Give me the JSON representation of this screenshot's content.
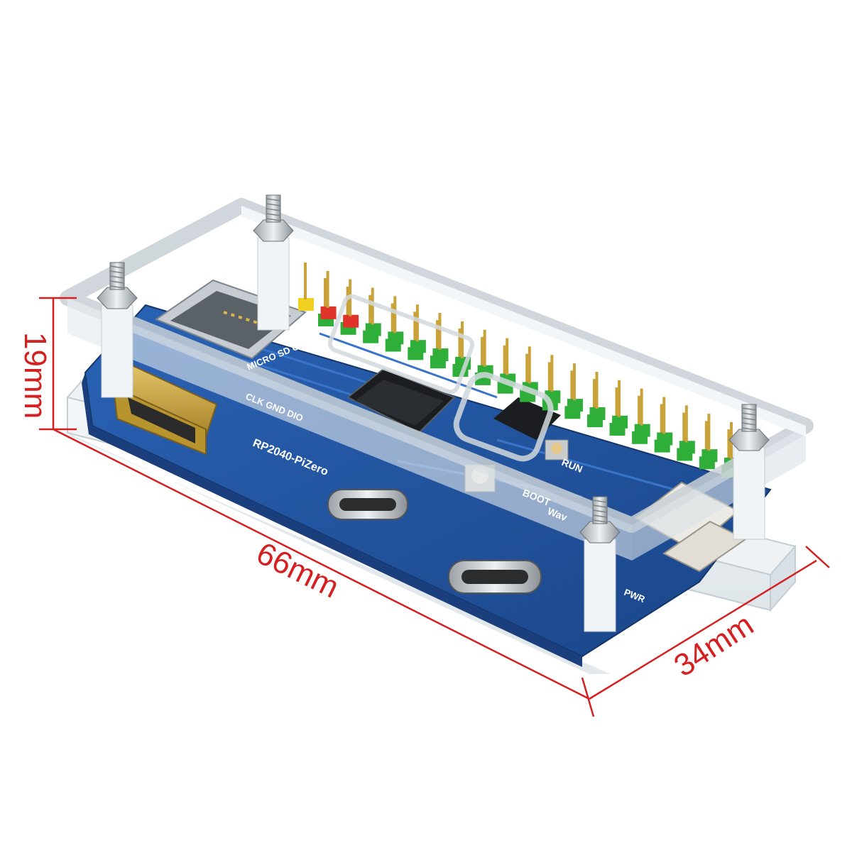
{
  "image": {
    "subject": "Waveshare RP2040-PiZero board in a clear acrylic case with standoffs",
    "colors": {
      "pcb": "#1f4f9a",
      "pcb_dark": "#173d7a",
      "acrylic": "#e8eef2",
      "dimension": "#d42020",
      "header_green": "#2fae3a",
      "gold": "#c9a33a"
    }
  },
  "dimensions": {
    "height": "19mm",
    "length": "66mm",
    "width": "34mm"
  },
  "silkscreen": {
    "board_name": "RP2040-PiZero",
    "sd_card": "MICRO SD CARD",
    "debug": "CLK GND DIO",
    "run": "RUN",
    "boot": "BOOT",
    "brand": "Wav",
    "power": "PWR"
  }
}
